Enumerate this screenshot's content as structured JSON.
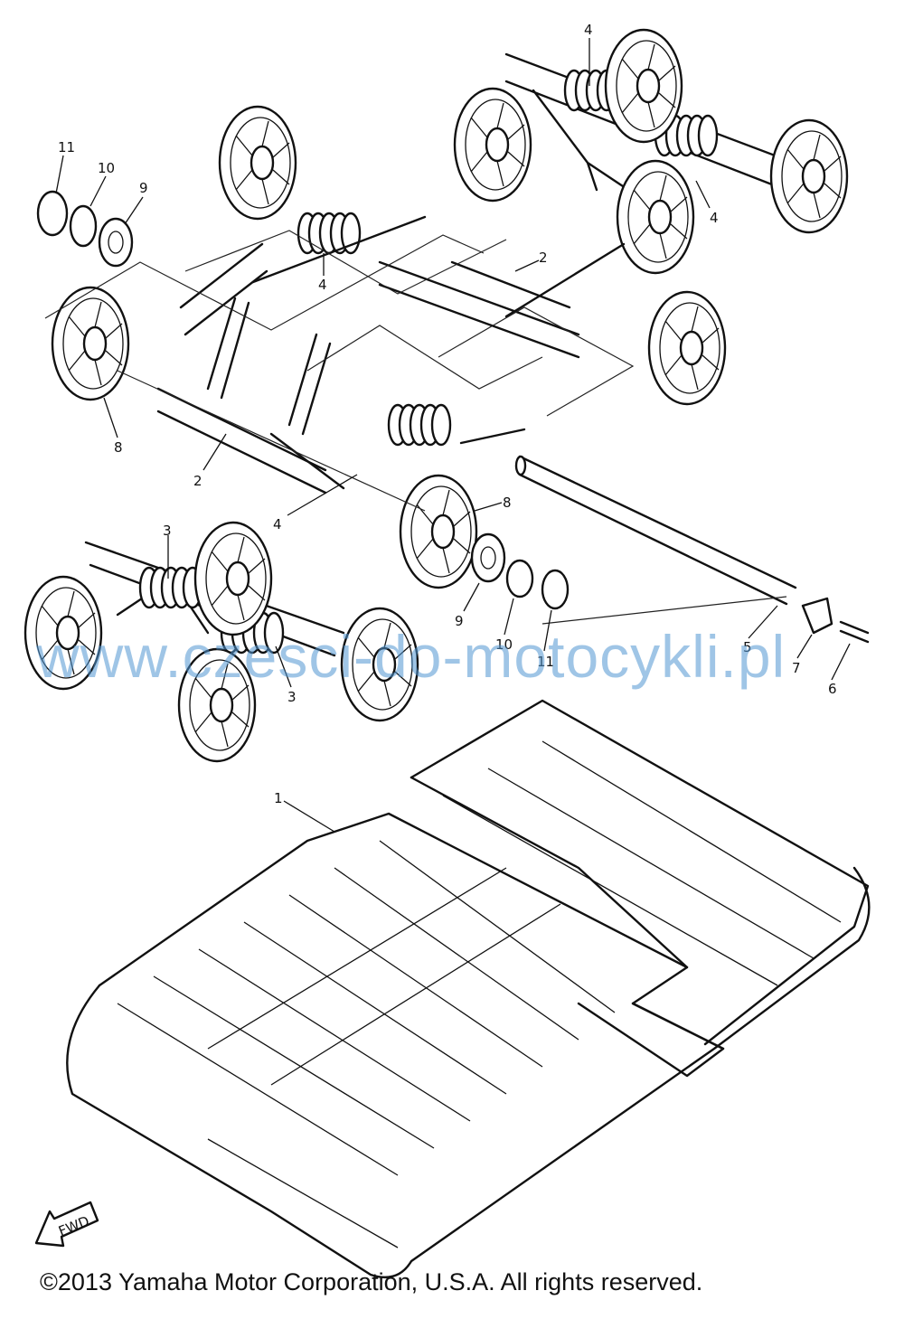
{
  "callouts": [
    {
      "id": "c11a",
      "text": "11"
    },
    {
      "id": "c10a",
      "text": "10"
    },
    {
      "id": "c9a",
      "text": "9"
    },
    {
      "id": "c4a",
      "text": "4"
    },
    {
      "id": "c4b",
      "text": "4"
    },
    {
      "id": "c4c",
      "text": "4"
    },
    {
      "id": "c4d",
      "text": "4"
    },
    {
      "id": "c2a",
      "text": "2"
    },
    {
      "id": "c2b",
      "text": "2"
    },
    {
      "id": "c8a",
      "text": "8"
    },
    {
      "id": "c8b",
      "text": "8"
    },
    {
      "id": "c3a",
      "text": "3"
    },
    {
      "id": "c3b",
      "text": "3"
    },
    {
      "id": "c9b",
      "text": "9"
    },
    {
      "id": "c10b",
      "text": "10"
    },
    {
      "id": "c11b",
      "text": "11"
    },
    {
      "id": "c5",
      "text": "5"
    },
    {
      "id": "c7",
      "text": "7"
    },
    {
      "id": "c6",
      "text": "6"
    },
    {
      "id": "c1",
      "text": "1"
    }
  ],
  "fwd_marker": "FWD",
  "watermark": "www.czesci-do-motocykli.pl",
  "copyright": "©2013 Yamaha Motor Corporation, U.S.A. All rights reserved."
}
